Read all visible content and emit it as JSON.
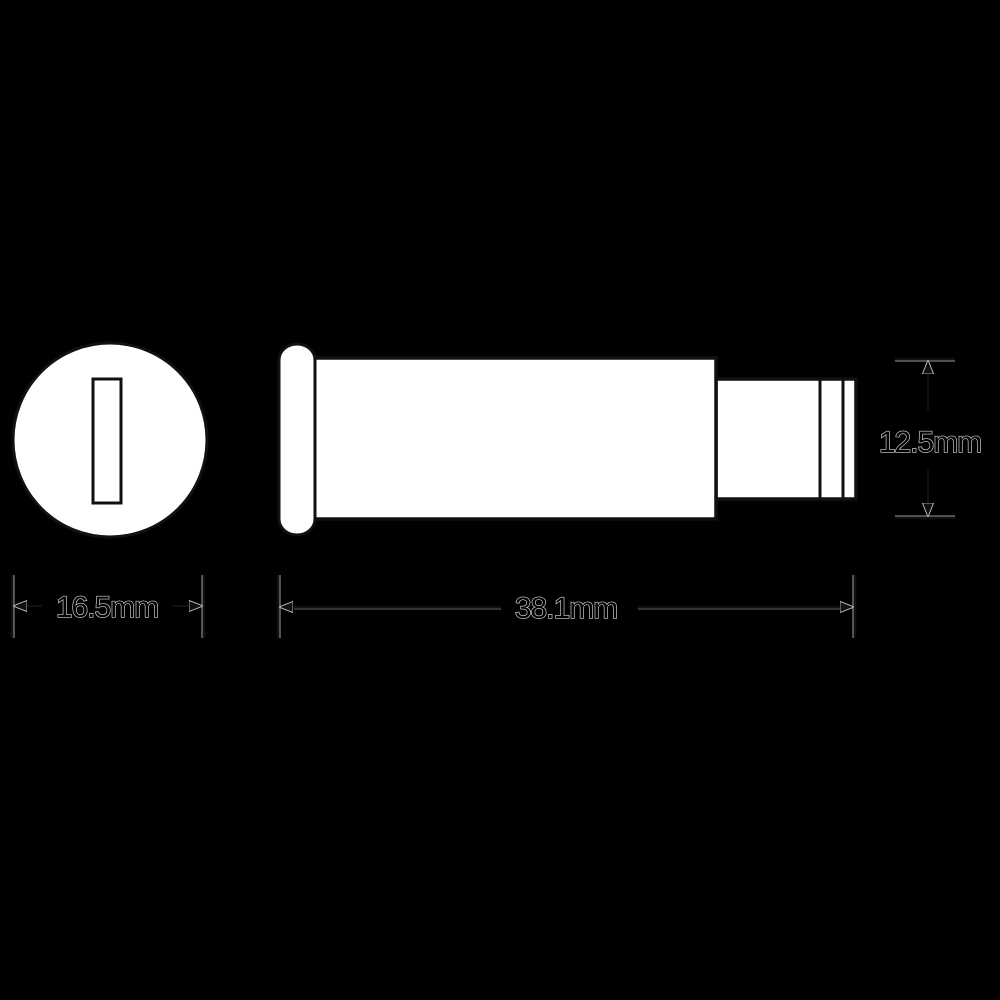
{
  "diagram": {
    "type": "technical-dimension-drawing",
    "colors": {
      "background": "#000000",
      "fill": "#ffffff",
      "line": "#111111",
      "text": "#000000",
      "text_halo": "#d8d8d8"
    },
    "end_view": {
      "label": "end view (circular face with slot)",
      "dimension": {
        "label": "16.5mm",
        "value": 16.5,
        "unit": "mm",
        "orientation": "horizontal"
      }
    },
    "side_view": {
      "label": "side view (flanged cylinder with stepped tail)",
      "length_dimension": {
        "label": "38.1mm",
        "value": 38.1,
        "unit": "mm",
        "orientation": "horizontal"
      },
      "tail_diameter_dimension": {
        "label": "12.5mm",
        "value": 12.5,
        "unit": "mm",
        "orientation": "vertical"
      }
    }
  }
}
